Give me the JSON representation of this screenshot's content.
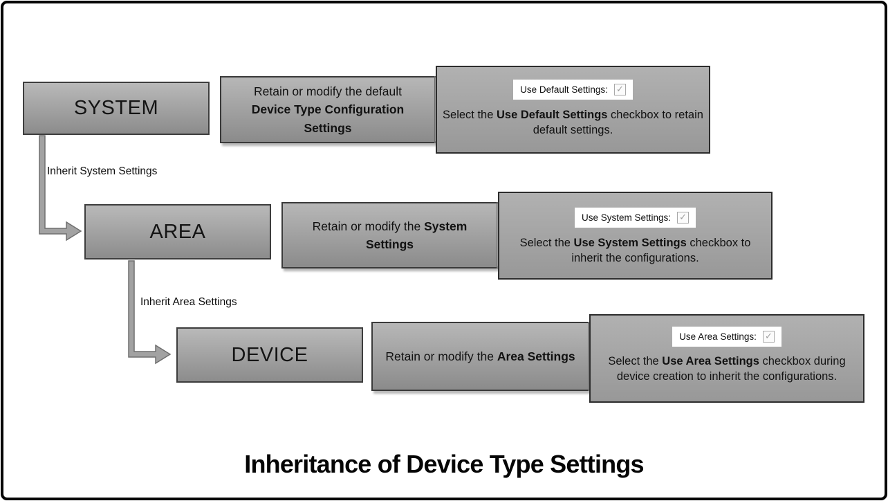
{
  "title": "Inheritance of Device Type Settings",
  "colors": {
    "frame": "#060606",
    "box_fill_top": "#b9b9b9",
    "box_fill_bottom": "#8c8c8c",
    "box_border": "#3d3d3d",
    "connector_fill": "#a2a2a2",
    "checkbox_check": "#9e9e9e"
  },
  "icons": {
    "check": "✓"
  },
  "connectors": [
    {
      "label": "Inherit System Settings"
    },
    {
      "label": "Inherit Area Settings"
    }
  ],
  "rows": [
    {
      "level_label": "SYSTEM",
      "action_pre": "Retain or modify the default ",
      "action_bold": "Device Type Configuration Settings",
      "checkbox_label": "Use Default Settings:",
      "checkbox_state": "checked",
      "note_pre": "Select the ",
      "note_bold": "Use Default Settings",
      "note_post": " checkbox to retain default settings."
    },
    {
      "level_label": "AREA",
      "action_pre": "Retain or modify the ",
      "action_bold": "System Settings",
      "checkbox_label": "Use System Settings:",
      "checkbox_state": "checked",
      "note_pre": "Select the ",
      "note_bold": "Use System Settings",
      "note_post": " checkbox to inherit the configurations."
    },
    {
      "level_label": "DEVICE",
      "action_pre": "Retain or modify the ",
      "action_bold": "Area Settings",
      "checkbox_label": "Use Area Settings:",
      "checkbox_state": "checked",
      "note_pre": "Select the ",
      "note_bold": "Use Area Settings",
      "note_post": " checkbox during device creation to inherit the configurations."
    }
  ]
}
